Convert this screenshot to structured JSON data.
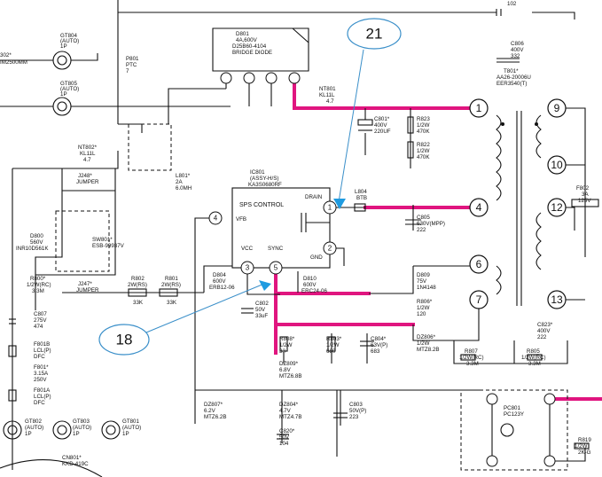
{
  "callouts": {
    "c21": "21",
    "c18": "18"
  },
  "labels": {
    "c808_top": "102",
    "c806": [
      "C806",
      "400V",
      "332"
    ],
    "t801": [
      "T801*",
      "AA26-20006U",
      "EER3540(T)"
    ],
    "d801": [
      "D801",
      "4A,600V",
      "D25B60-4104",
      "BRIDGE DIODE"
    ],
    "gt804": [
      "GT804",
      "(AUTO)",
      "1P"
    ],
    "gt805": [
      "GT805",
      "(AUTO)",
      "1P"
    ],
    "p801": [
      "P801",
      "PTC",
      "7"
    ],
    "left_edge": [
      "302*",
      "IM2500MM"
    ],
    "nt801": [
      "NT801",
      "KL11L",
      "4.7"
    ],
    "c801": [
      "C801*",
      "400V",
      "220UF"
    ],
    "r823": [
      "R823",
      "1/2W",
      "470K"
    ],
    "r822": [
      "R822",
      "1/2W",
      "470K"
    ],
    "nt802": [
      "NT802*",
      "KL11L",
      "4.7"
    ],
    "l801": [
      "L801*",
      "2A",
      "6.0MH"
    ],
    "j248": [
      "J248*",
      "JUMPER"
    ],
    "ic801": [
      "IC801",
      "(ASSY-H/S)",
      "KA3S0680RF"
    ],
    "l804": [
      "L804",
      "BTB"
    ],
    "f802": [
      "F802",
      "3A",
      "125V"
    ],
    "ic_title": "SPS CONTROL",
    "ic_pins": {
      "drain": "DRAIN",
      "vfb": "VFB",
      "gnd": "GND",
      "vcc": "VCC",
      "sync": "SYNC"
    },
    "c805": [
      "C805",
      "630V(MPP)",
      "222"
    ],
    "d800": [
      "D800",
      "560V",
      "INR10D561K"
    ],
    "sw801": [
      "SW801*",
      "ESB-99937V"
    ],
    "r800": [
      "R800*",
      "1/2W(RC)",
      "3.3M"
    ],
    "j247": [
      "J247*",
      "JUMPER"
    ],
    "r802": [
      "R802",
      "2W(RS)",
      "33K"
    ],
    "r801": [
      "R801",
      "2W(RS)",
      "33K"
    ],
    "d804": [
      "D804",
      "600V",
      "ERB12-06"
    ],
    "d810": [
      "D810",
      "600V",
      "ERC24-06"
    ],
    "d809": [
      "D809",
      "75V",
      "1N4148"
    ],
    "r806": [
      "R806*",
      "1/2W",
      "120"
    ],
    "c807": [
      "C807",
      "275V",
      "474"
    ],
    "c802": [
      "C802",
      "50V",
      "33uF"
    ],
    "f801b": [
      "F801B",
      "LCL(P)",
      "DFC"
    ],
    "f801": [
      "F801*",
      "3.15A",
      "250V"
    ],
    "f801a": [
      "F801A",
      "LCL(P)",
      "DFC"
    ],
    "r808": [
      "R808*",
      "1/2W",
      "33"
    ],
    "r803": [
      "R803*",
      "1/2W",
      "680"
    ],
    "c804": [
      "C804*",
      "63V(P)",
      "683"
    ],
    "dz806": [
      "DZ806*",
      "1/2W",
      "MTZ8.2B"
    ],
    "dz809": [
      "DZ809*",
      "6.8V",
      "MTZ6.8B"
    ],
    "c823": [
      "C823*",
      "400V",
      "222"
    ],
    "r807": [
      "R807",
      "1/2W(RC)",
      "3.3M"
    ],
    "r805": [
      "R805",
      "1/2W(RC)",
      "3.3M"
    ],
    "dz807": [
      "DZ807*",
      "6.2V",
      "MTZ6.2B"
    ],
    "dz804": [
      "DZ804*",
      "4.7V",
      "MTZ4.7B"
    ],
    "c803": [
      "C803",
      "50V(P)",
      "223"
    ],
    "c820": [
      "C820*",
      "50V",
      "104"
    ],
    "pc801": [
      "PC801",
      "PC123Y"
    ],
    "r819": [
      "R819",
      "1/2W",
      "2K-G"
    ],
    "gt802": [
      "GT802",
      "(AUTO)",
      "1P"
    ],
    "gt803": [
      "GT803",
      "(AUTO)",
      "1P"
    ],
    "gt801": [
      "GT801",
      "(AUTO)",
      "1P"
    ],
    "cn801": [
      "CN801*",
      "KKD-419C"
    ]
  },
  "transformer_nodes": [
    "1",
    "4",
    "9",
    "10",
    "12",
    "6",
    "7",
    "13"
  ],
  "ic_pin_numbers": [
    "1",
    "2",
    "3",
    "4",
    "5"
  ]
}
